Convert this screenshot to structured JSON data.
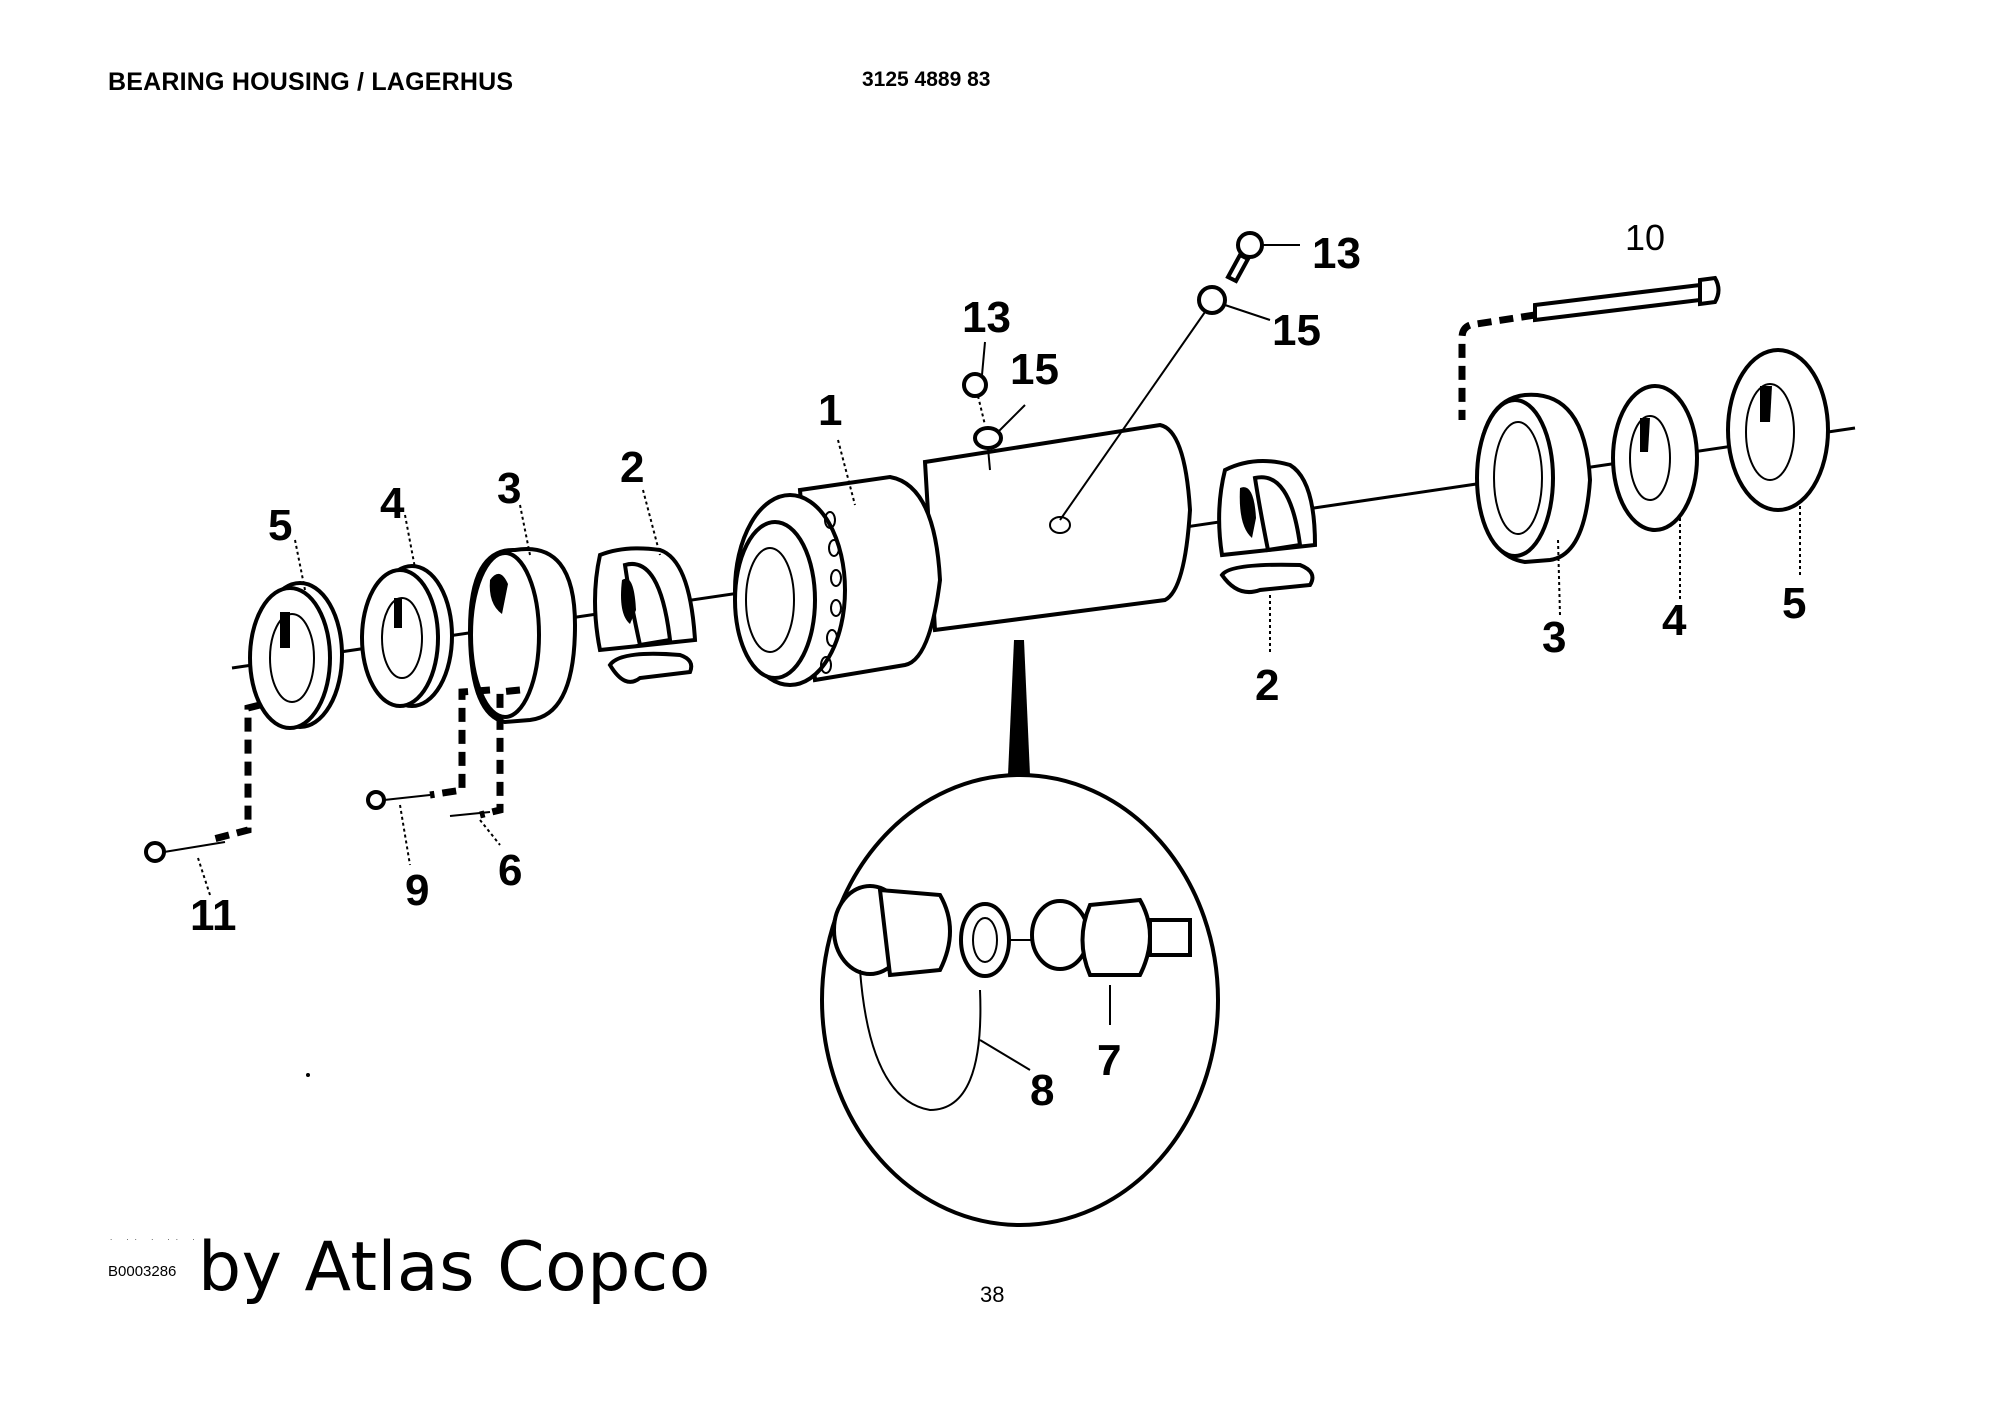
{
  "header": {
    "title": "BEARING HOUSING / LAGERHUS",
    "part_number": "3125 4889 83"
  },
  "footer": {
    "figure_id": "B0003286",
    "figure_marks": ". .. . .. . .",
    "brand": "by Atlas Copco",
    "page_number": "38"
  },
  "diagram": {
    "description": "Exploded view of bearing housing assembly",
    "callouts": [
      {
        "id": "1",
        "part": "housing"
      },
      {
        "id": "2",
        "part": "bearing-left"
      },
      {
        "id": "2",
        "part": "bearing-right"
      },
      {
        "id": "3",
        "part": "seal-ring-left"
      },
      {
        "id": "3",
        "part": "seal-ring-right"
      },
      {
        "id": "4",
        "part": "spacer-left"
      },
      {
        "id": "4",
        "part": "spacer-right"
      },
      {
        "id": "5",
        "part": "end-cover-left"
      },
      {
        "id": "5",
        "part": "end-cover-right"
      },
      {
        "id": "6",
        "part": "pin"
      },
      {
        "id": "7",
        "part": "grease-nipple"
      },
      {
        "id": "8",
        "part": "cap"
      },
      {
        "id": "9",
        "part": "screw"
      },
      {
        "id": "10",
        "part": "long-bolt"
      },
      {
        "id": "11",
        "part": "screw-long"
      },
      {
        "id": "13",
        "part": "plug-top"
      },
      {
        "id": "13",
        "part": "plug-upper"
      },
      {
        "id": "15",
        "part": "washer-top"
      },
      {
        "id": "15",
        "part": "washer-upper"
      }
    ]
  }
}
